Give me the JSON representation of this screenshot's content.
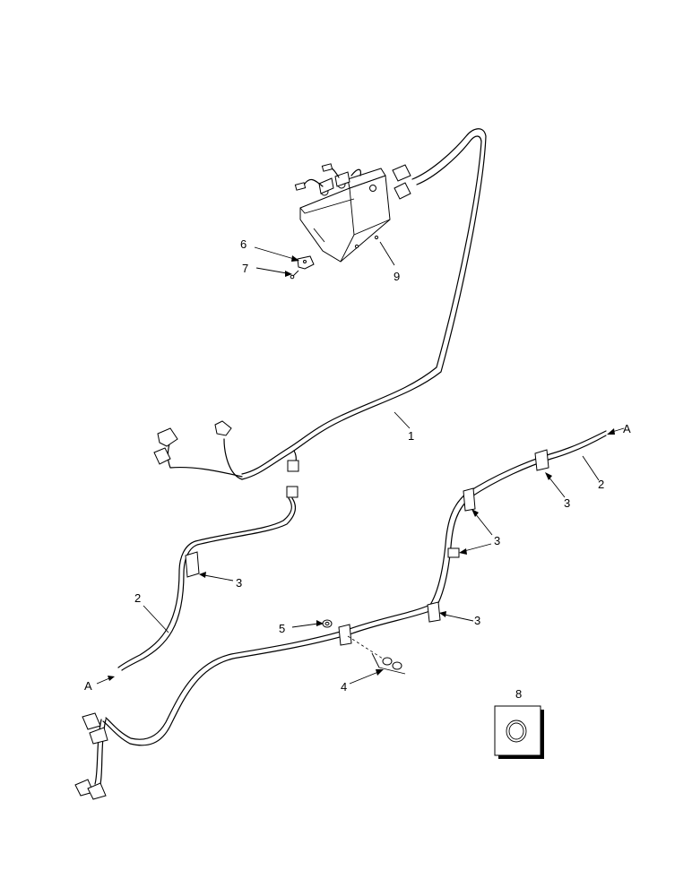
{
  "callouts": {
    "c1": "1",
    "c2a": "2",
    "c2b": "2",
    "c3a": "3",
    "c3b": "3",
    "c3c": "3",
    "c3d": "3",
    "c4": "4",
    "c5": "5",
    "c6": "6",
    "c7": "7",
    "c8": "8",
    "c9": "9",
    "ref_a_right": "A",
    "ref_a_left": "A"
  }
}
